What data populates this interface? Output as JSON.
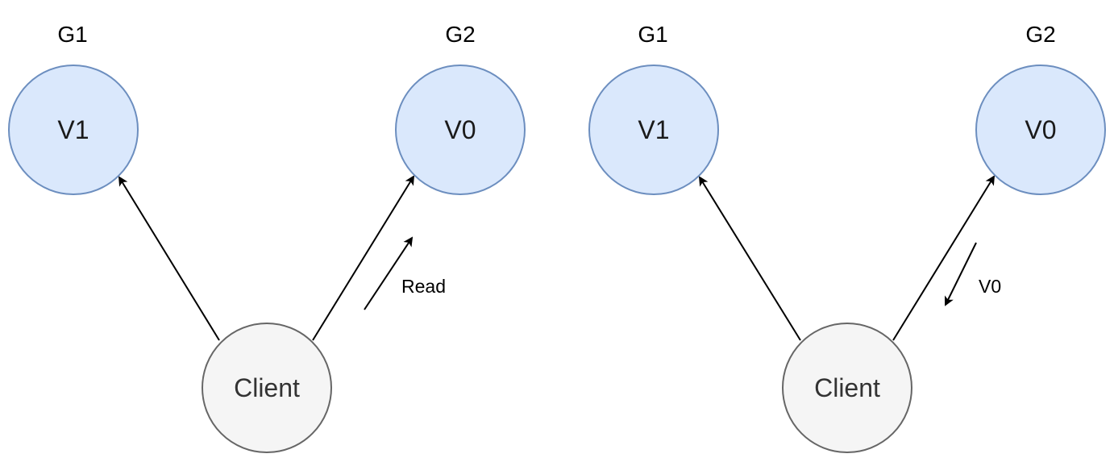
{
  "colors": {
    "server_fill": "#dae8fc",
    "server_stroke": "#6c8ebf",
    "client_fill": "#f5f5f5",
    "client_stroke": "#666666",
    "edge": "#000000"
  },
  "panels": [
    {
      "group_left": "G1",
      "group_right": "G2",
      "server_left_value": "V1",
      "server_right_value": "V0",
      "client_label": "Client",
      "message_label": "Read",
      "message_direction": "to-server"
    },
    {
      "group_left": "G1",
      "group_right": "G2",
      "server_left_value": "V1",
      "server_right_value": "V0",
      "client_label": "Client",
      "message_label": "V0",
      "message_direction": "to-client"
    }
  ]
}
